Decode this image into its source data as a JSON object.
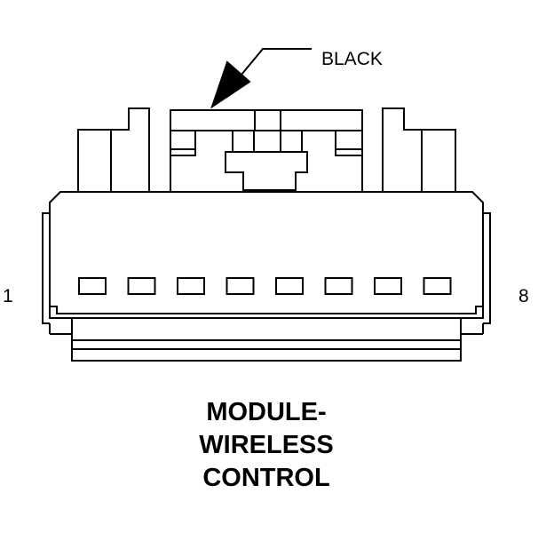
{
  "connector": {
    "color_label": "BLACK",
    "pin_first": "1",
    "pin_last": "8",
    "cavity_count": 8,
    "title_lines": [
      "MODULE-",
      "WIRELESS",
      "CONTROL"
    ]
  },
  "colors": {
    "line": "#000000",
    "background": "#ffffff"
  }
}
